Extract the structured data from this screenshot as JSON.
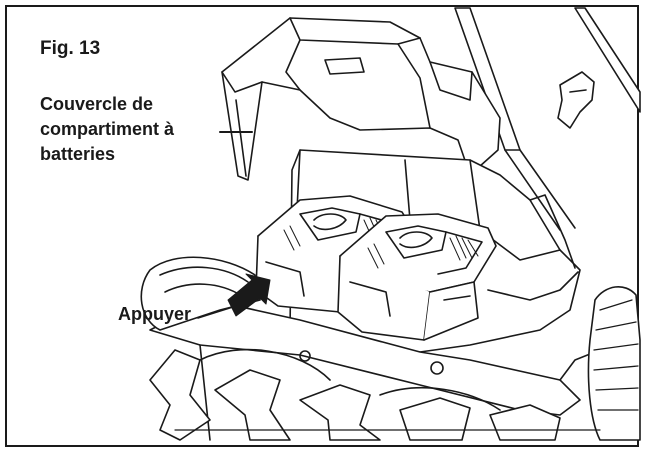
{
  "figure": {
    "number": "Fig. 13",
    "labels": {
      "cover_line1": "Couvercle de",
      "cover_line2": "compartiment à",
      "cover_line3": "batteries",
      "press": "Appuyer"
    }
  },
  "colors": {
    "ink": "#1a1a1a",
    "paper": "#ffffff",
    "shade": "#e6e6e6"
  }
}
